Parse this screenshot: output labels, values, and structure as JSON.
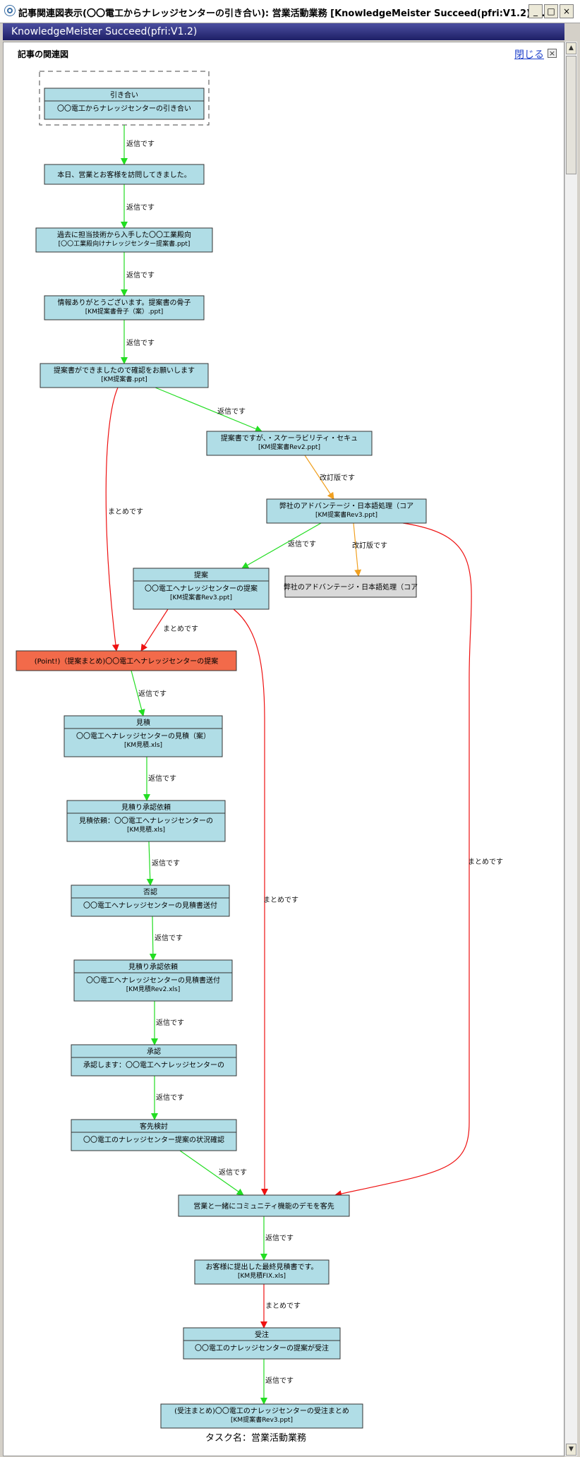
{
  "window": {
    "title": "記事関連図表示(〇〇電工からナレッジセンターの引き合い): 営業活動業務 [KnowledgeMeister Succeed(pfri:V1.2)] ...",
    "min_glyph": "_",
    "max_glyph": "□",
    "close_glyph": "×"
  },
  "app": {
    "header": "KnowledgeMeister Succeed(pfri:V1.2)"
  },
  "panel": {
    "section_title": "記事の関連図",
    "close_label": "閉じる",
    "close_glyph": "×"
  },
  "footer": {
    "task_name": "タスク名：営業活動業務"
  },
  "colors": {
    "node_fill": "#b0dde6",
    "highlight_fill": "#f26a4a",
    "gray_fill": "#d9d9d9",
    "reply_edge": "#22dd22",
    "summary_edge": "#ee1111",
    "revision_edge": "#f0a020"
  },
  "nodes": [
    {
      "id": "n1",
      "title": "引き合い",
      "lines": [
        "〇〇電工からナレッジセンターの引き合い"
      ]
    },
    {
      "id": "n2",
      "title": "",
      "lines": [
        "本日、営業とお客様を訪問してきました。"
      ]
    },
    {
      "id": "n3",
      "title": "",
      "lines": [
        "過去に担当技術から入手した〇〇工業殿向",
        "[〇〇工業殿向けナレッジセンター提案書.ppt]"
      ]
    },
    {
      "id": "n4",
      "title": "",
      "lines": [
        "情報ありがとうございます。提案書の骨子",
        "[KM提案書骨子（案）.ppt]"
      ]
    },
    {
      "id": "n5",
      "title": "",
      "lines": [
        "提案書ができましたので確認をお願いします",
        "[KM提案書.ppt]"
      ]
    },
    {
      "id": "n6",
      "title": "",
      "lines": [
        "提案書ですが、・スケーラビリティ・セキュ",
        "[KM提案書Rev2.ppt]"
      ]
    },
    {
      "id": "n7",
      "title": "",
      "lines": [
        "弊社のアドバンテージ・日本語処理（コア",
        "[KM提案書Rev3.ppt]"
      ]
    },
    {
      "id": "n8",
      "title": "",
      "lines": [
        "弊社のアドバンテージ・日本語処理（コア"
      ]
    },
    {
      "id": "n9",
      "title": "提案",
      "lines": [
        "〇〇電工へナレッジセンターの提案",
        "[KM提案書Rev3.ppt]"
      ]
    },
    {
      "id": "n10",
      "title": "",
      "lines": [
        "(Point!)（提案まとめ)〇〇電工へナレッジセンターの提案"
      ]
    },
    {
      "id": "n11",
      "title": "見積",
      "lines": [
        "〇〇電工へナレッジセンターの見積（案）",
        "[KM見積.xls]"
      ]
    },
    {
      "id": "n12",
      "title": "見積り承認依頼",
      "lines": [
        "見積依頼：〇〇電工へナレッジセンターの",
        "[KM見積.xls]"
      ]
    },
    {
      "id": "n13",
      "title": "否認",
      "lines": [
        "〇〇電工へナレッジセンターの見積書送付"
      ]
    },
    {
      "id": "n14",
      "title": "見積り承認依頼",
      "lines": [
        "〇〇電工へナレッジセンターの見積書送付",
        "[KM見積Rev2.xls]"
      ]
    },
    {
      "id": "n15",
      "title": "承認",
      "lines": [
        "承認します：〇〇電工へナレッジセンターの"
      ]
    },
    {
      "id": "n16",
      "title": "客先検討",
      "lines": [
        "〇〇電工のナレッジセンター提案の状況確認"
      ]
    },
    {
      "id": "n17",
      "title": "",
      "lines": [
        "営業と一緒にコミュニティ機能のデモを客先"
      ]
    },
    {
      "id": "n18",
      "title": "",
      "lines": [
        "お客様に提出した最終見積書です。",
        "[KM見積FIX.xls]"
      ]
    },
    {
      "id": "n19",
      "title": "受注",
      "lines": [
        "〇〇電工のナレッジセンターの提案が受注"
      ]
    },
    {
      "id": "n20",
      "title": "",
      "lines": [
        "(受注まとめ)〇〇電工のナレッジセンターの受注まとめ",
        "[KM提案書Rev3.ppt]"
      ]
    }
  ],
  "edges": [
    {
      "from": "n1",
      "to": "n2",
      "type": "reply",
      "label": "返信です"
    },
    {
      "from": "n2",
      "to": "n3",
      "type": "reply",
      "label": "返信です"
    },
    {
      "from": "n3",
      "to": "n4",
      "type": "reply",
      "label": "返信です"
    },
    {
      "from": "n4",
      "to": "n5",
      "type": "reply",
      "label": "返信です"
    },
    {
      "from": "n5",
      "to": "n6",
      "type": "reply",
      "label": "返信です"
    },
    {
      "from": "n5",
      "to": "n10",
      "type": "summary",
      "label": "まとめです"
    },
    {
      "from": "n6",
      "to": "n7",
      "type": "revision",
      "label": "改訂版です"
    },
    {
      "from": "n7",
      "to": "n8",
      "type": "revision",
      "label": "改訂版です"
    },
    {
      "from": "n7",
      "to": "n9",
      "type": "reply",
      "label": "返信です"
    },
    {
      "from": "n7",
      "to": "n17",
      "type": "summary",
      "label": "まとめです"
    },
    {
      "from": "n9",
      "to": "n10",
      "type": "summary",
      "label": "まとめです"
    },
    {
      "from": "n9",
      "to": "n17",
      "type": "summary",
      "label": "まとめです"
    },
    {
      "from": "n10",
      "to": "n11",
      "type": "reply",
      "label": "返信です"
    },
    {
      "from": "n11",
      "to": "n12",
      "type": "reply",
      "label": "返信です"
    },
    {
      "from": "n12",
      "to": "n13",
      "type": "reply",
      "label": "返信です"
    },
    {
      "from": "n13",
      "to": "n14",
      "type": "reply",
      "label": "返信です"
    },
    {
      "from": "n14",
      "to": "n15",
      "type": "reply",
      "label": "返信です"
    },
    {
      "from": "n15",
      "to": "n16",
      "type": "reply",
      "label": "返信です"
    },
    {
      "from": "n16",
      "to": "n17",
      "type": "reply",
      "label": "返信です"
    },
    {
      "from": "n17",
      "to": "n18",
      "type": "reply",
      "label": "返信です"
    },
    {
      "from": "n18",
      "to": "n19",
      "type": "summary",
      "label": "まとめです"
    },
    {
      "from": "n19",
      "to": "n20",
      "type": "reply",
      "label": "返信です"
    }
  ]
}
